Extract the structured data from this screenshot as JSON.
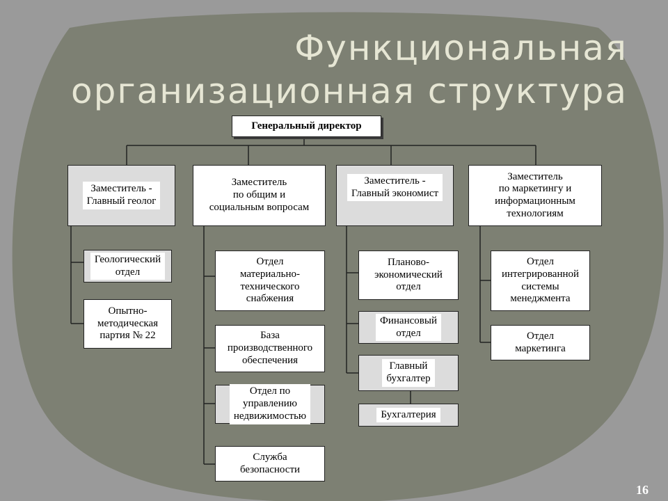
{
  "title": {
    "line1": "Функциональная",
    "line2": "организационная структура"
  },
  "colors": {
    "background": "#9a9a9a",
    "oval": "#7d8073",
    "title_text": "#e6e6d4",
    "box": "#ffffff",
    "line": "#222222"
  },
  "director": "Генеральный директор",
  "deputies": [
    {
      "label": "Заместитель -\nГлавный геолог",
      "units": [
        "Геологический\nотдел",
        "Опытно-\nметодическая\nпартия № 22"
      ]
    },
    {
      "label": "Заместитель\nпо общим и\nсоциальным вопросам",
      "units": [
        "Отдел\nматериально-\nтехнического\nснабжения",
        "База\nпроизводственного\nобеспечения",
        "Отдел по\nуправлению\nнедвижимостью",
        "Служба\nбезопасности"
      ]
    },
    {
      "label": "Заместитель -\nГлавный экономист",
      "units": [
        "Планово-\nэкономический\nотдел",
        "Финансовый\nотдел",
        "Главный\nбухгалтер",
        "Бухгалтерия"
      ]
    },
    {
      "label": "Заместитель\nпо маркетингу и\nинформационным\nтехнологиям",
      "units": [
        "Отдел\nинтегрированной\nсистемы\nменеджмента",
        "Отдел\nмаркетинга"
      ]
    }
  ],
  "page_number": "16"
}
